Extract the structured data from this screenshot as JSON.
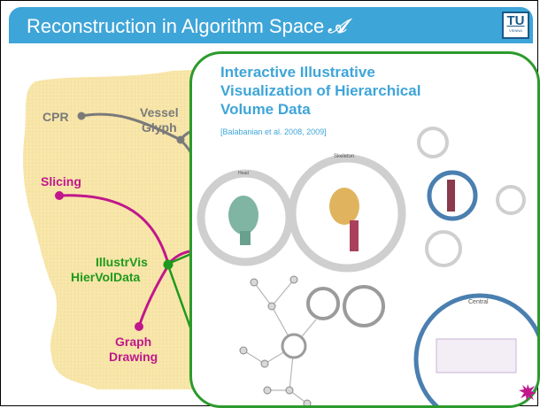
{
  "slide": {
    "title": "Reconstruction in Algorithm Space",
    "title_symbol": "𝒜",
    "logo": {
      "text": "TU",
      "subtext": "VIENNA"
    }
  },
  "nodes": {
    "cpr": "CPR",
    "vessel_glyph": [
      "Vessel",
      "Glyph"
    ],
    "slicing": "Slicing",
    "illustrvis": [
      "IllustrVis",
      "HierVolData"
    ],
    "graph_drawing": [
      "Graph",
      "Drawing"
    ]
  },
  "popup": {
    "title_lines": [
      "Interactive Illustrative",
      "Visualization of Hierarchical",
      "Volume Data"
    ],
    "citation": "[Balabanian et al. 2008, 2009]",
    "ring_labels": {
      "head": "Head",
      "skeleton": "Skeleton",
      "central": "Central"
    }
  },
  "colors": {
    "title_bar": "#3ea5d8",
    "algorithm_space_fill": "#f8e7ad",
    "gray_edges": "#7a7a7a",
    "magenta_edges": "#c0178c",
    "green": "#1d9a1d",
    "popup_border": "#2c9a2c"
  }
}
